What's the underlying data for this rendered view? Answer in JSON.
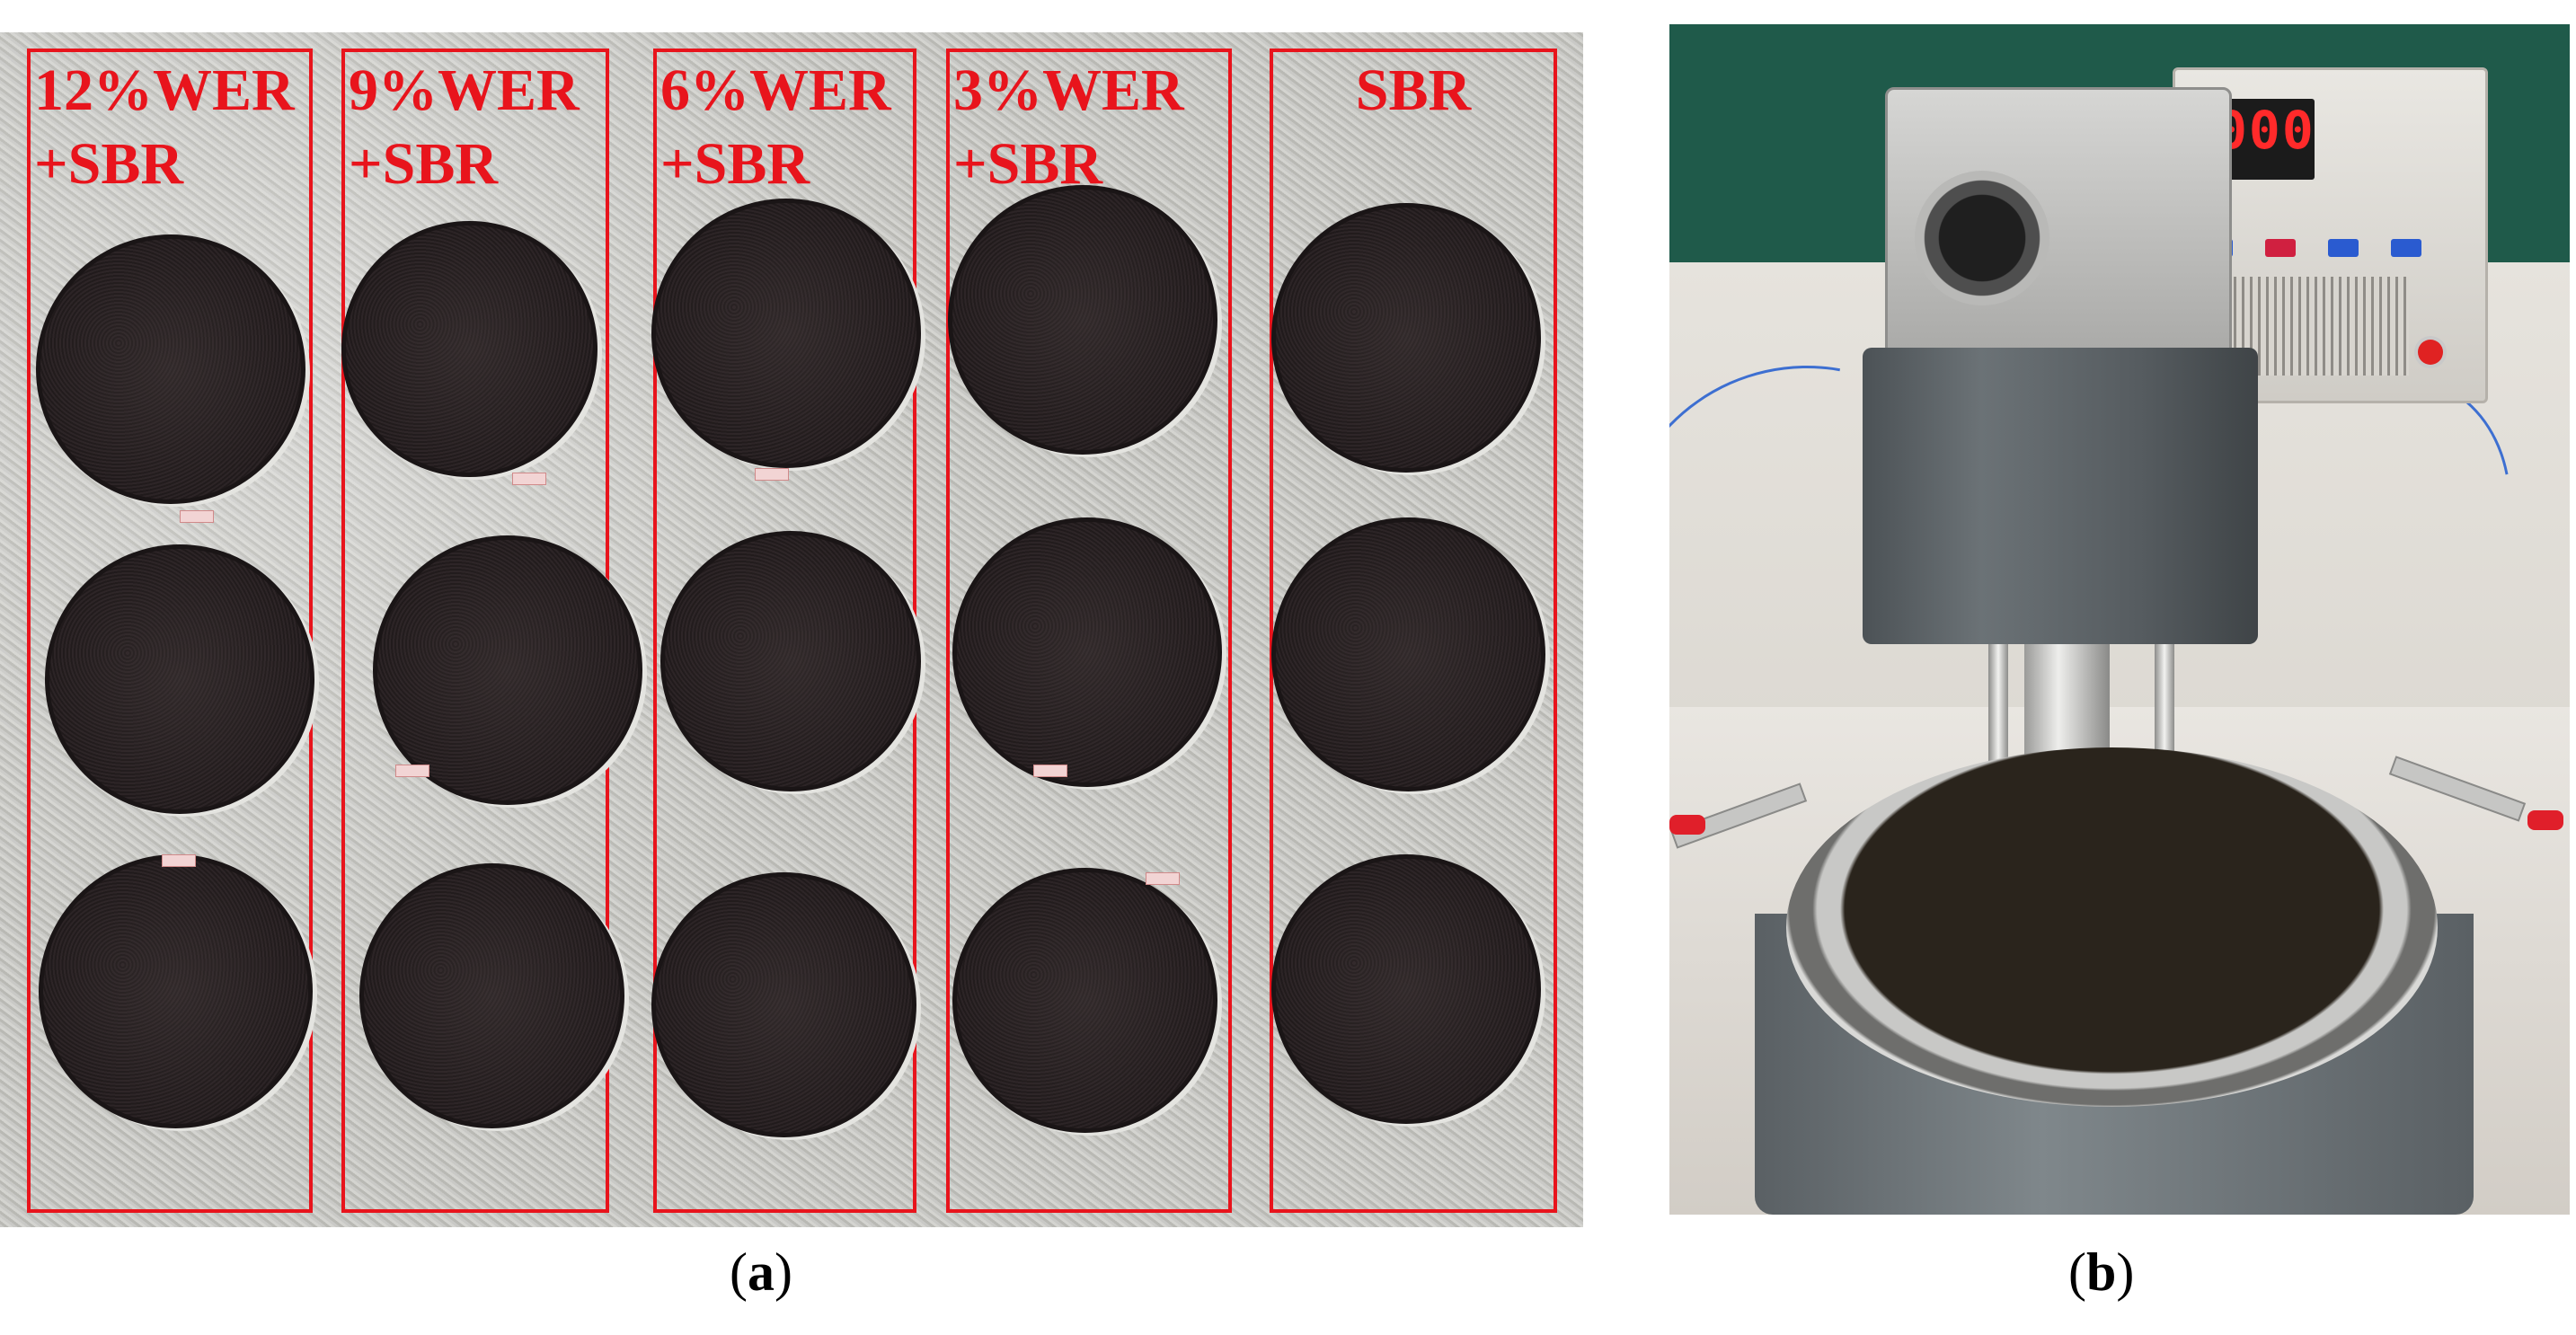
{
  "panel_a": {
    "columns": [
      {
        "label": "12%WER\n+SBR"
      },
      {
        "label": "9%WER\n+SBR"
      },
      {
        "label": "6%WER\n+SBR"
      },
      {
        "label": "3%WER\n+SBR"
      },
      {
        "label": "SBR"
      }
    ],
    "caption": {
      "open": "(",
      "letter": "a",
      "close": ")"
    },
    "colors": {
      "box": "#e8141c",
      "specimen": "#241d1e"
    }
  },
  "panel_b": {
    "display_value": "000",
    "caption": {
      "open": "(",
      "letter": "b",
      "close": ")"
    }
  }
}
